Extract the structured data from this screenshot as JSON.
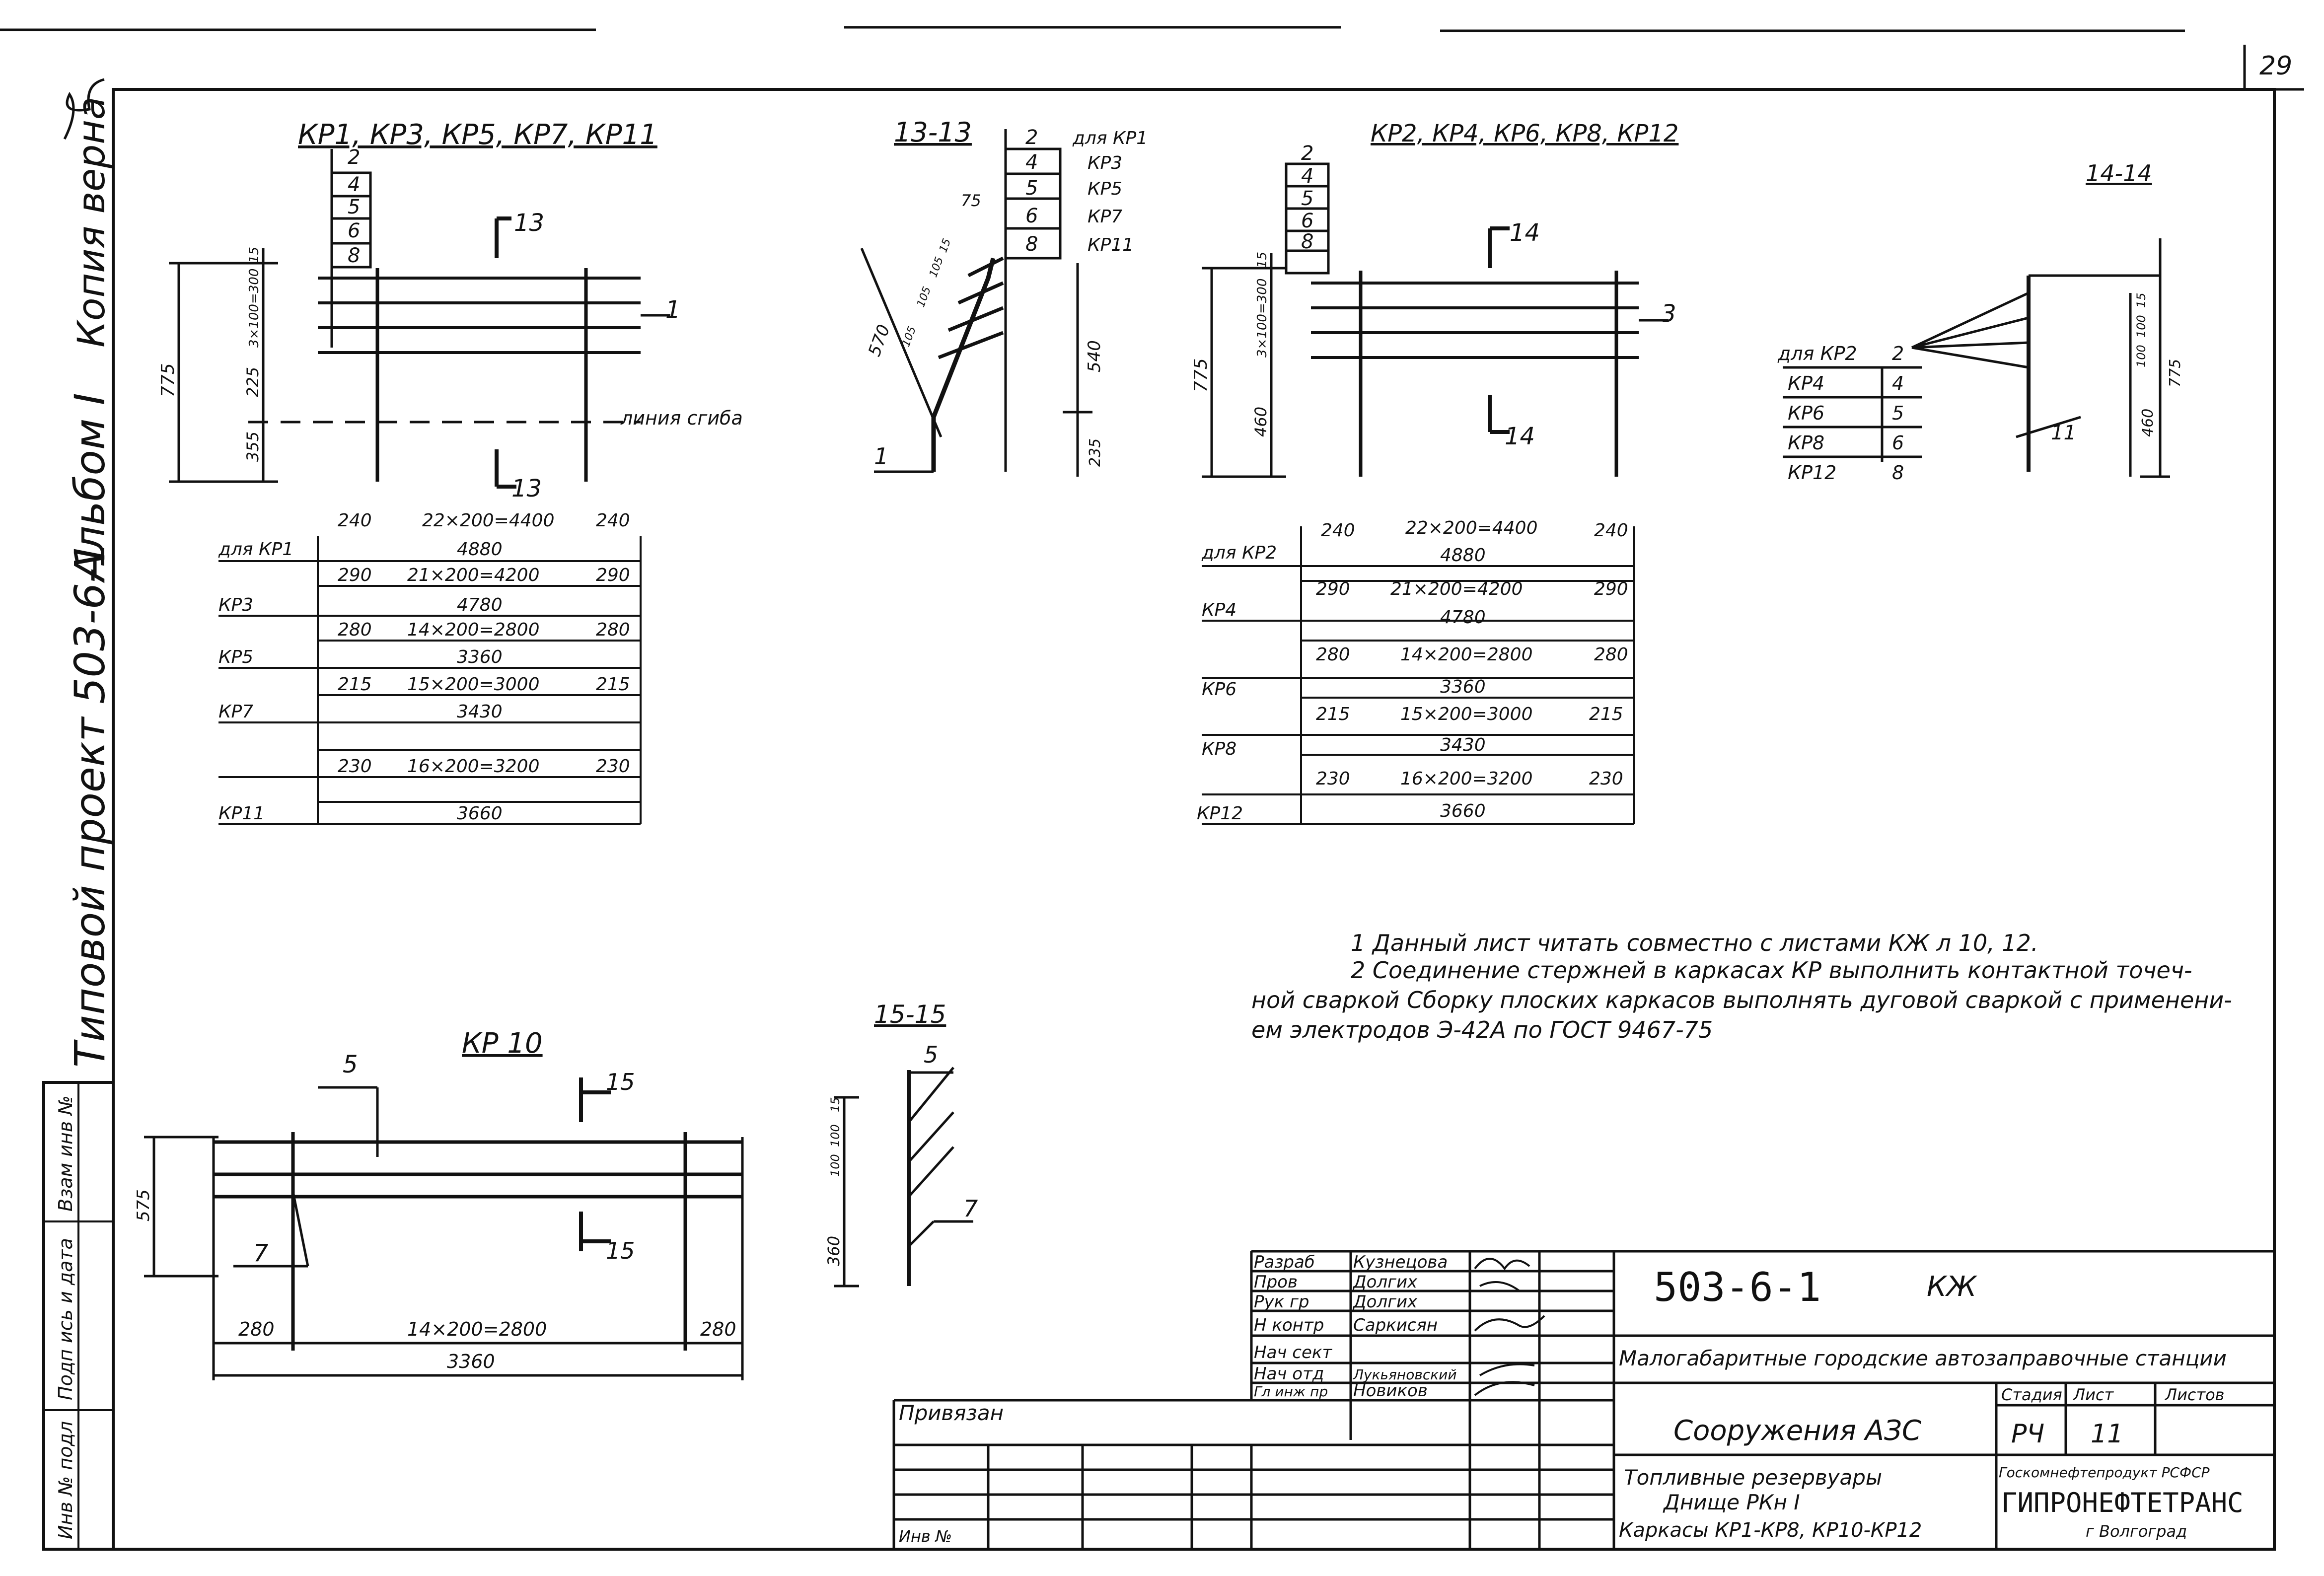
{
  "sheet_number": "29",
  "side_strip": {
    "project": "Типовой проект 503-6-1",
    "album": "Альбом I",
    "copy_mark": "Копия верна"
  },
  "left_stamp": [
    "Инв № подл",
    "Подп ись и дата",
    "Взам инв №"
  ],
  "kp1": {
    "title": "КР1, КР3, КР5, КР7, КР11",
    "bars": [
      "2",
      "4",
      "5",
      "6",
      "8"
    ],
    "dims_v": [
      "775",
      "3×100=300",
      "15",
      "225",
      "355"
    ],
    "pos": "1",
    "section": "13",
    "line": "линия сгиба",
    "table_rows": [
      {
        "label": "для КР1",
        "left": "240",
        "mid": "22×200=4400",
        "right": "240",
        "total": "4880"
      },
      {
        "label": "КР3",
        "left": "290",
        "mid": "21×200=4200",
        "right": "290",
        "total": "4780"
      },
      {
        "label": "КР5",
        "left": "280",
        "mid": "14×200=2800",
        "right": "280",
        "total": "3360"
      },
      {
        "label": "КР7",
        "left": "215",
        "mid": "15×200=3000",
        "right": "215",
        "total": "3430"
      },
      {
        "label": "КР11",
        "left": "230",
        "mid": "16×200=3200",
        "right": "230",
        "total": "3660"
      }
    ]
  },
  "sec13": {
    "title": "13-13",
    "bars": [
      "2",
      "4",
      "5",
      "6",
      "8"
    ],
    "legend": [
      "для КР1",
      "КР3",
      "КР5",
      "КР7",
      "КР11"
    ],
    "dims": [
      "75",
      "570",
      "105",
      "105",
      "105",
      "15",
      "540",
      "235"
    ],
    "pos": "1"
  },
  "kp2": {
    "title": "КР2, КР4, КР6, КР8, КР12",
    "bars": [
      "2",
      "4",
      "5",
      "6",
      "8"
    ],
    "dims_v": [
      "775",
      "3×100=300",
      "15",
      "460"
    ],
    "pos": "3",
    "section": "14",
    "table_rows": [
      {
        "label": "для КР2",
        "left": "240",
        "mid": "22×200=4400",
        "right": "240",
        "total": "4880"
      },
      {
        "label": "КР4",
        "left": "290",
        "mid": "21×200=4200",
        "right": "290",
        "total": "4780"
      },
      {
        "label": "КР6",
        "left": "280",
        "mid": "14×200=2800",
        "right": "280",
        "total": "3360"
      },
      {
        "label": "КР8",
        "left": "215",
        "mid": "15×200=3000",
        "right": "215",
        "total": "3430"
      },
      {
        "label": "КР12",
        "left": "230",
        "mid": "16×200=3200",
        "right": "230",
        "total": "3660"
      }
    ]
  },
  "sec14": {
    "title": "14-14",
    "legend": [
      {
        "label": "для КР2",
        "bar": "2"
      },
      {
        "label": "КР4",
        "bar": "4"
      },
      {
        "label": "КР6",
        "bar": "5"
      },
      {
        "label": "КР8",
        "bar": "6"
      },
      {
        "label": "КР12",
        "bar": "8"
      }
    ],
    "dims": [
      "15",
      "100",
      "100",
      "775",
      "460"
    ],
    "pos": "11"
  },
  "notes": [
    "1 Данный лист читать совместно с листами КЖ л 10, 12.",
    "2 Соединение стержней в каркасах КР выполнить контактной точеч-",
    "ной сваркой Сборку плоских каркасов выполнять дуговой сваркой с применени-",
    "ем электродов Э-42А по ГОСТ 9467-75"
  ],
  "kp10": {
    "title": "КР 10",
    "pos_top": "5",
    "pos_bottom": "7",
    "section": "15",
    "dim_v": "575",
    "dims_h": [
      "280",
      "14×200=2800",
      "280"
    ],
    "total": "3360"
  },
  "sec15": {
    "title": "15-15",
    "pos_top": "5",
    "pos_bottom": "7",
    "dims": [
      "15",
      "100",
      "100",
      "360"
    ]
  },
  "title_block": {
    "designation": "503-6-1",
    "mark": "КЖ",
    "project_name": "Малогабаритные городские автозаправочные станции",
    "object": "Сооружения АЗС",
    "stage_head": "Стадия",
    "sheet_head": "Лист",
    "sheets_head": "Листов",
    "stage": "РЧ",
    "sheet": "11",
    "sheets": "",
    "sheet_title": [
      "Топливные резервуары",
      "Днище РКн I",
      "Каркасы КР1-КР8, КР10-КР12"
    ],
    "org": [
      "Госкомнефтепродукт РСФСР",
      "ГИПРОНЕФТЕТРАНС",
      "г Волгоград"
    ],
    "roles": [
      "Разраб",
      "Пров",
      "Рук гр",
      "Н контр",
      "Нач сект",
      "Нач отд",
      "Гл инж пр"
    ],
    "names": [
      "Кузнецова",
      "Долгих",
      "Долгих",
      "Саркисян",
      "",
      "Лукьяновский",
      "Новиков"
    ],
    "privyazan": "Привязан",
    "inv": "Инв №"
  }
}
